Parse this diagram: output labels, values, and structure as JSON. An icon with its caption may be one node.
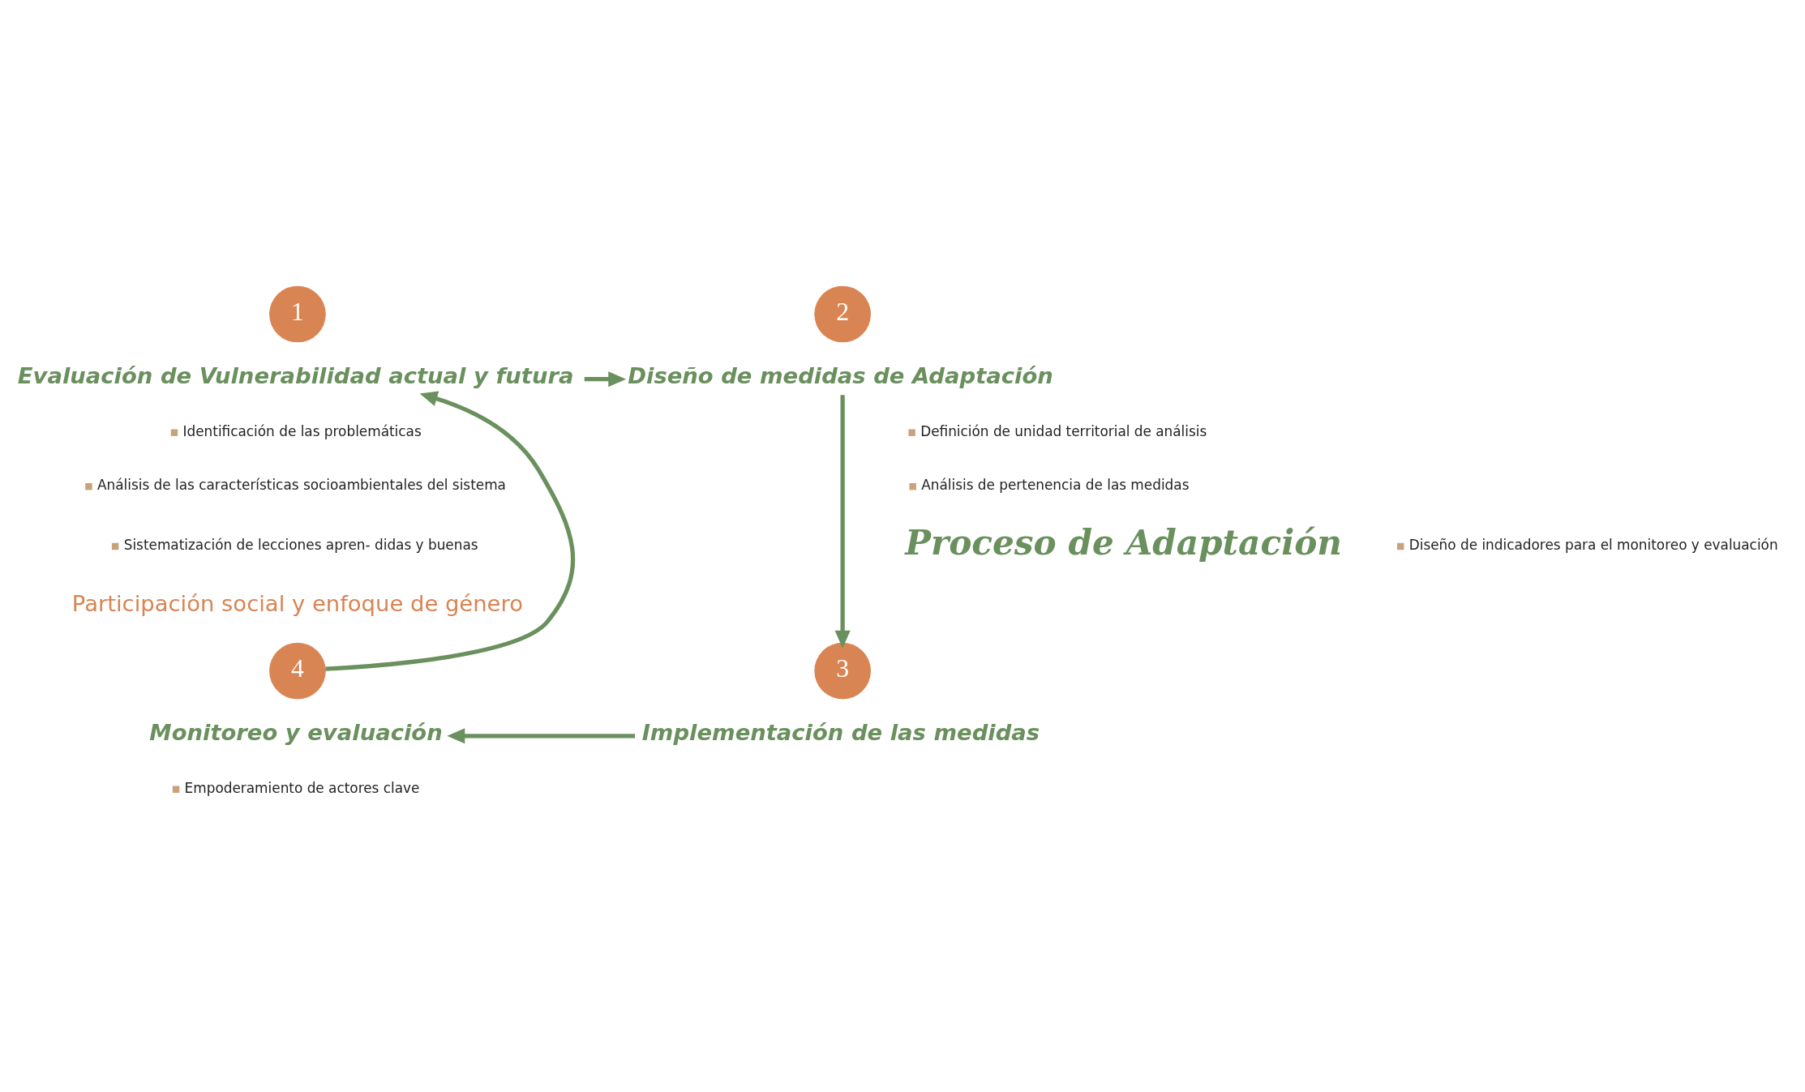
{
  "diagram": {
    "nodes": [
      {
        "text": [
          "1"
        ]
      },
      {
        "text": [
          "Evaluación de Vulnerabilidad actual y futura"
        ]
      },
      {
        "text": [
          "2"
        ]
      },
      {
        "text": [
          "Diseño de medidas de Adaptación"
        ]
      },
      {
        "text": [
          "3"
        ]
      },
      {
        "text": [
          "Implementación de las medidas"
        ]
      },
      {
        "text": [
          "4"
        ]
      },
      {
        "text": [
          "Monitoreo y evaluación"
        ]
      }
    ],
    "edges": [
      {
        "from": 1,
        "to": 3,
        "arrow": "to"
      },
      {
        "from": 3,
        "to": 4,
        "arrow": "to"
      },
      {
        "from": 5,
        "to": 7,
        "arrow": "to"
      },
      {
        "from": 6,
        "to": 1,
        "arrow": "to"
      }
    ],
    "labels": [
      "Identificación de las problemáticas",
      "Definición de unidad territorial de análisis",
      "Análisis de las características socioambientales del sistema",
      "Análisis de pertenencia de las medidas",
      "Sistematización de lecciones apren- didas y buenas",
      "Proceso de Adaptación",
      "Diseño de indicadores para el monitoreo y evaluación",
      "Participación social y enfoque de género",
      "Empoderamiento de actores clave"
    ]
  }
}
